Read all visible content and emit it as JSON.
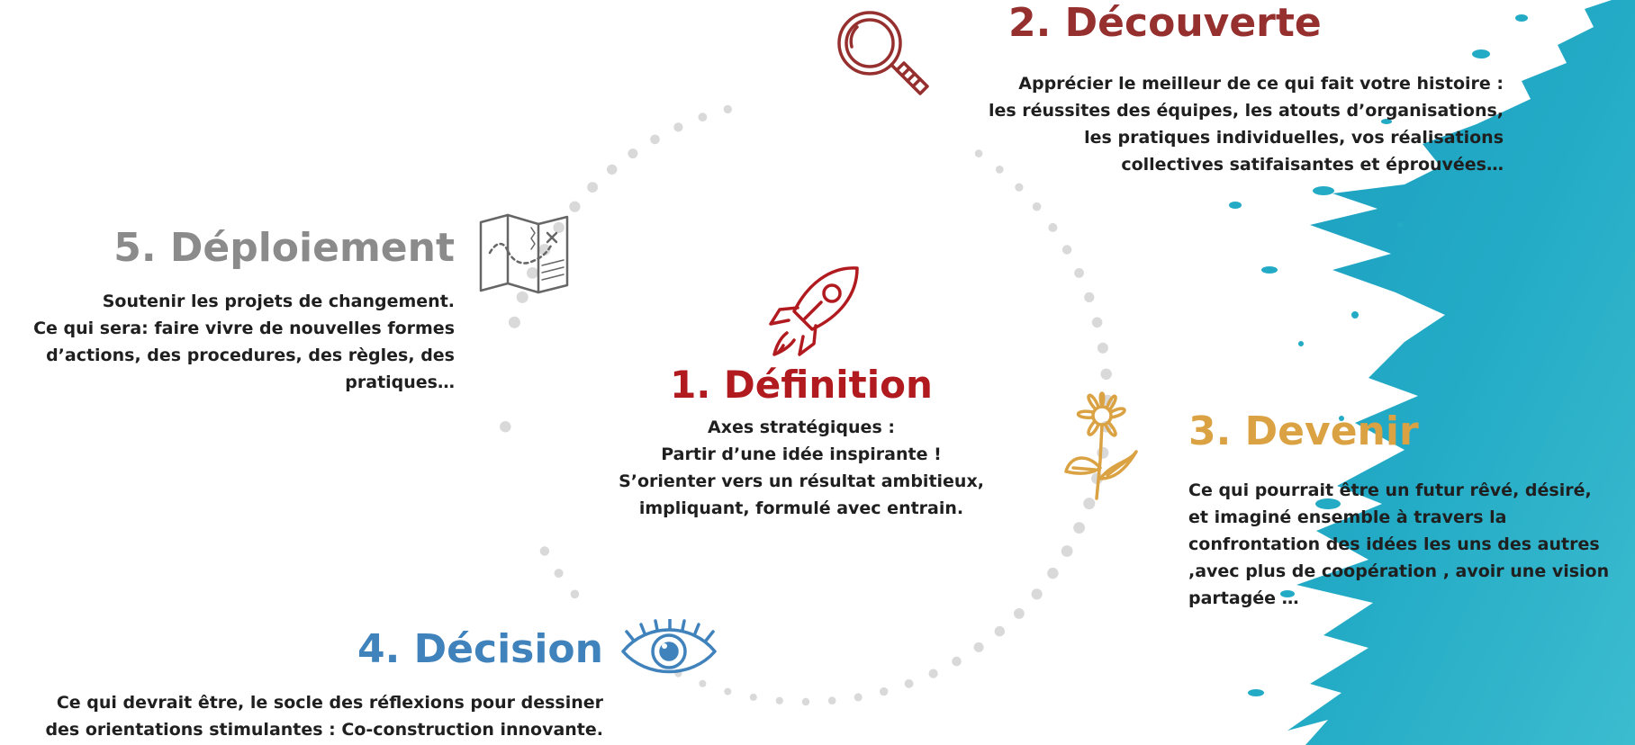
{
  "colors": {
    "definition": "#b11a1f",
    "decouverte": "#96302f",
    "devenir": "#dba243",
    "decision": "#3f82bc",
    "deploiement": "#8b8b8b",
    "dots": "#d9d9d9",
    "text": "#1f1f1f",
    "paint": "#22a8c4"
  },
  "steps": {
    "definition": {
      "title": "1. Définition",
      "icon": "rocket-icon",
      "lines": [
        "Axes stratégiques :",
        "Partir d’une idée inspirante !",
        "S’orienter vers un résultat ambitieux,",
        "impliquant, formulé avec entrain."
      ]
    },
    "decouverte": {
      "title": "2. Découverte",
      "icon": "magnifier-icon",
      "lines": [
        "Apprécier le meilleur de ce qui fait votre histoire :",
        "les réussites des équipes, les atouts d’organisations,",
        "les pratiques individuelles, vos réalisations",
        "collectives satifaisantes et éprouvées…"
      ]
    },
    "devenir": {
      "title": "3. Devenir",
      "icon": "flower-icon",
      "lines": [
        "Ce qui pourrait être un futur rêvé, désiré,",
        "et imaginé ensemble  à travers la",
        "confrontation des idées  les uns des autres",
        ",avec plus de coopération , avoir une vision",
        "partagée …"
      ]
    },
    "decision": {
      "title": "4. Décision",
      "icon": "eye-icon",
      "lines": [
        "Ce qui devrait être, le socle des réflexions pour dessiner",
        "des orientations stimulantes  : Co-construction innovante."
      ]
    },
    "deploiement": {
      "title": "5. Déploiement",
      "icon": "map-icon",
      "lines": [
        "Soutenir les projets de changement.",
        "Ce qui sera: faire vivre de nouvelles formes",
        "d’actions, des procedures, des règles, des",
        "pratiques…"
      ]
    }
  }
}
